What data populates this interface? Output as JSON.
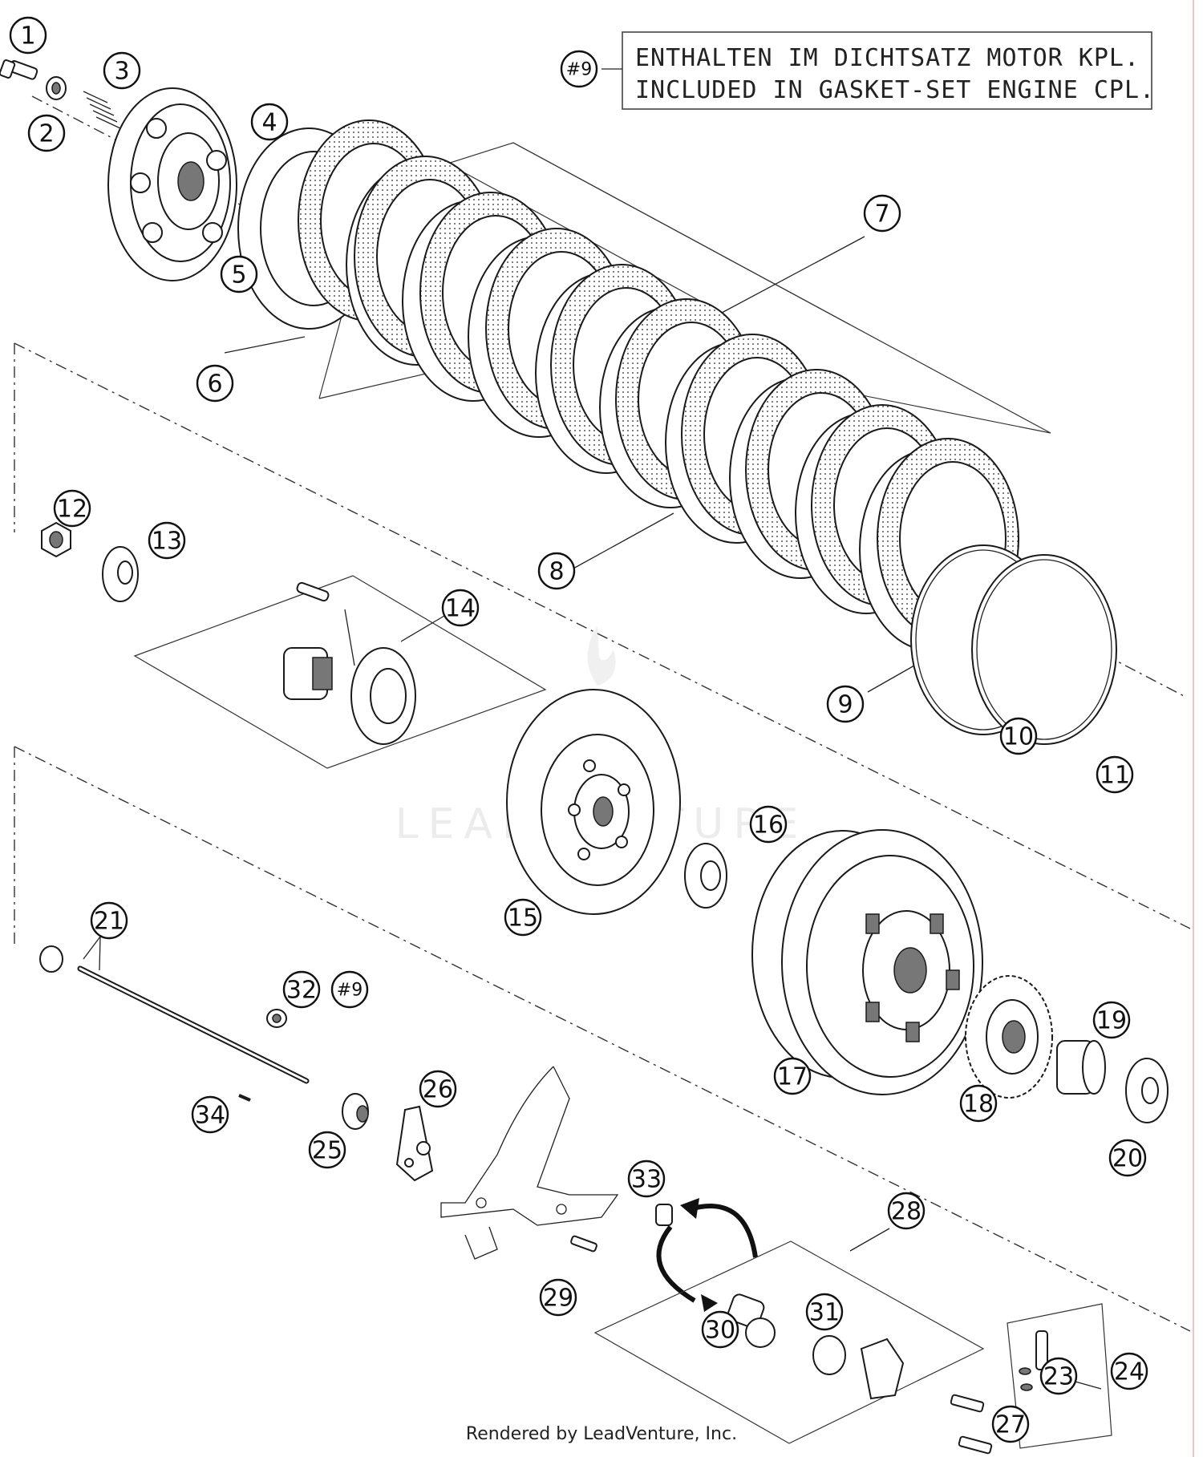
{
  "note": {
    "ref": "#9",
    "line1": "ENTHALTEN IM DICHTSATZ MOTOR KPL.",
    "line2": "INCLUDED IN GASKET-SET ENGINE CPL."
  },
  "watermark": "LEADVENTURE",
  "footer": "Rendered by LeadVenture, Inc.",
  "callouts": [
    {
      "label": "1"
    },
    {
      "label": "2"
    },
    {
      "label": "3"
    },
    {
      "label": "4"
    },
    {
      "label": "5"
    },
    {
      "label": "6"
    },
    {
      "label": "7"
    },
    {
      "label": "8"
    },
    {
      "label": "9"
    },
    {
      "label": "10"
    },
    {
      "label": "11"
    },
    {
      "label": "12"
    },
    {
      "label": "13"
    },
    {
      "label": "14"
    },
    {
      "label": "15"
    },
    {
      "label": "16"
    },
    {
      "label": "17"
    },
    {
      "label": "18"
    },
    {
      "label": "19"
    },
    {
      "label": "20"
    },
    {
      "label": "21"
    },
    {
      "label": "23"
    },
    {
      "label": "24"
    },
    {
      "label": "25"
    },
    {
      "label": "26"
    },
    {
      "label": "27"
    },
    {
      "label": "28"
    },
    {
      "label": "29"
    },
    {
      "label": "30"
    },
    {
      "label": "31"
    },
    {
      "label": "32"
    },
    {
      "label": "#9"
    },
    {
      "label": "33"
    },
    {
      "label": "34"
    }
  ]
}
